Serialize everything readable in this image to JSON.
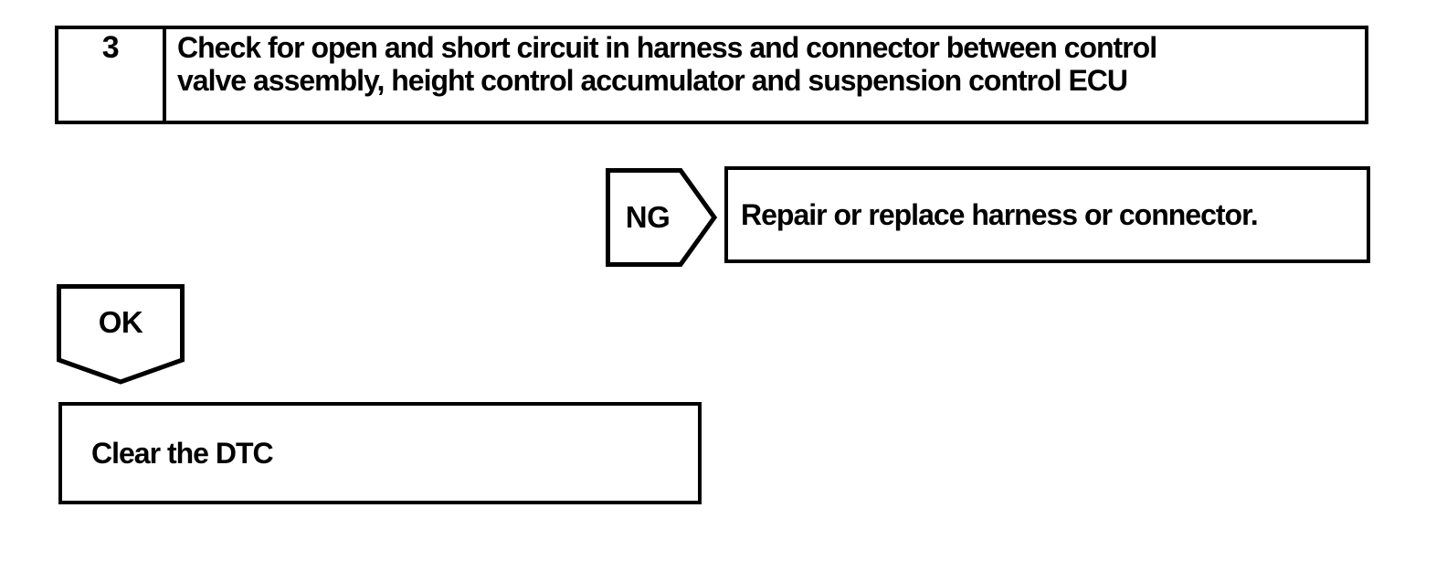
{
  "page": {
    "background": "#ffffff",
    "ink": "#000000"
  },
  "flow": {
    "step": {
      "number": "3",
      "lines": [
        "Check for open and short circuit in harness and connector between control",
        "valve assembly, height control accumulator and suspension control ECU"
      ]
    },
    "ng": {
      "label": "NG",
      "result": "Repair or replace harness or connector."
    },
    "ok": {
      "label": "OK",
      "result": "Clear the DTC"
    }
  }
}
